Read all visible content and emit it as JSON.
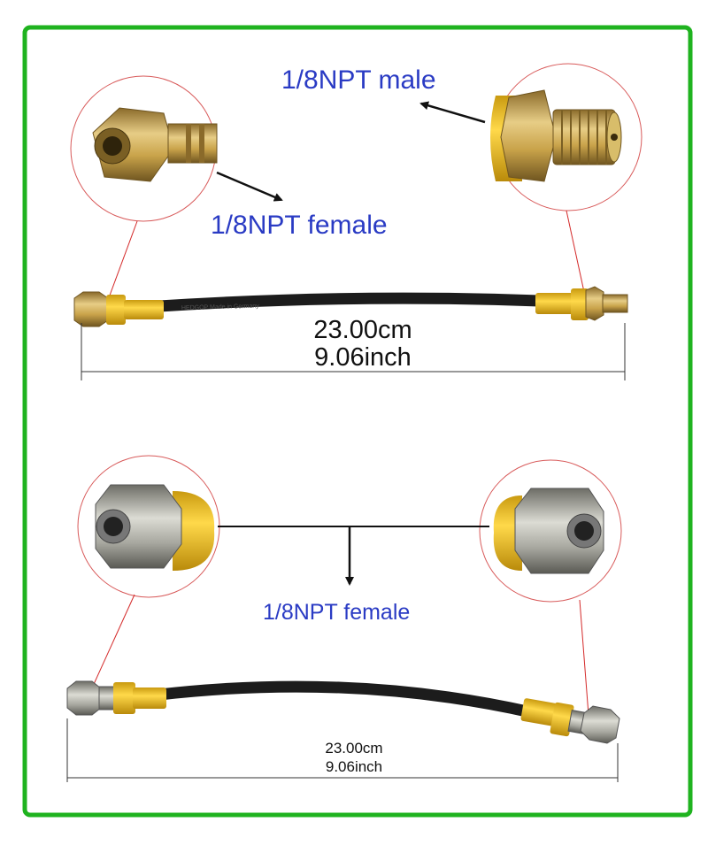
{
  "colors": {
    "frame": "#1fb31f",
    "label_text": "#2a3bc4",
    "cable": "#1c1c1c",
    "sleeve": "#f2c31c",
    "brass": "#c9a34a",
    "steel": "#a7a79f",
    "callout_line": "#d42a2a",
    "callout_circle": "#d85a5a"
  },
  "top_assembly": {
    "male_label": "1/8NPT male",
    "female_label": "1/8NPT female",
    "length_cm": "23.00cm",
    "length_inch": "9.06inch",
    "cable_print": "HEDGOP Made in Germany"
  },
  "bottom_assembly": {
    "female_label": "1/8NPT female",
    "length_cm": "23.00cm",
    "length_inch": "9.06inch"
  }
}
